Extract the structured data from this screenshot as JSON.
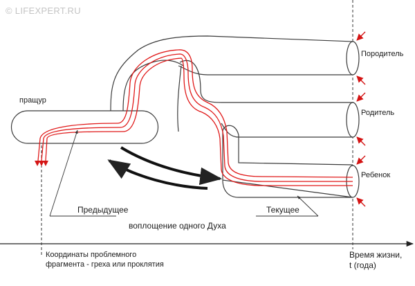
{
  "watermark": "© LIFEXPERT.RU",
  "labels": {
    "ancestor": "пращур",
    "progenitor": "Породитель",
    "parent": "Родитель",
    "child": "Ребенок",
    "previous": "Предыдущее",
    "current": "Текущее",
    "incarnation": "воплощение одного Духа",
    "coord_line1": "Координаты проблемного",
    "coord_line2": "фрагмента - греха или проклятия",
    "life_time_line1": "Время жизни,",
    "life_time_line2": "t (года)"
  },
  "colors": {
    "tube_stroke": "#3a3a3a",
    "thread": "#e01818",
    "arrow": "#d41414",
    "axis": "#222222",
    "watermark": "#c4c4c4"
  }
}
